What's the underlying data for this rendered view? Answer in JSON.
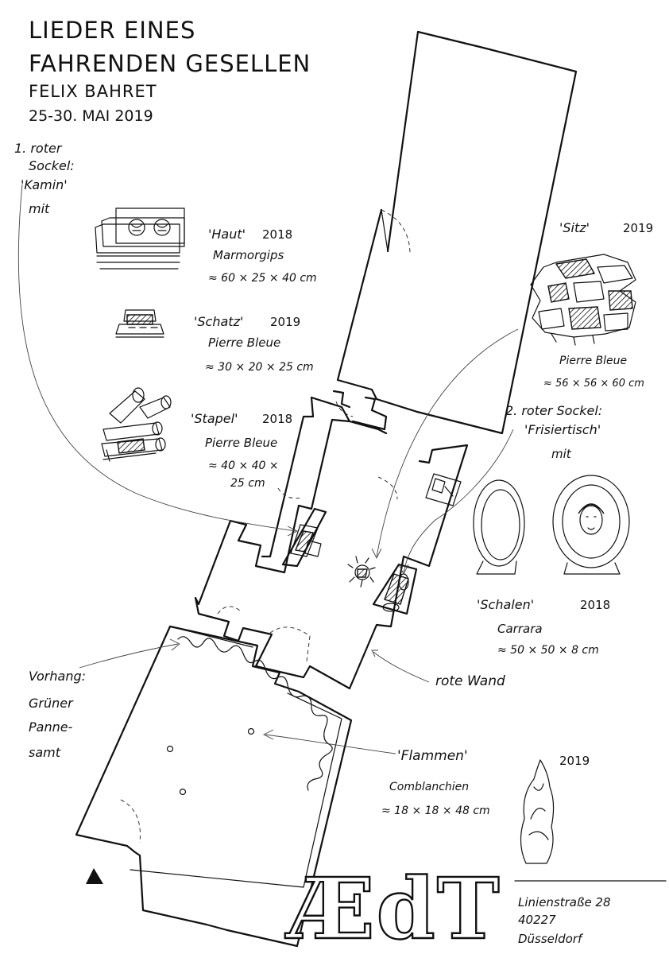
{
  "header": {
    "title_line1": "LIEDER EINES",
    "title_line2": "FAHRENDEN GESELLEN",
    "artist": "FELIX BAHRET",
    "dates": "25-30. MAI 2019"
  },
  "pedestal1": {
    "label_line1": "1. roter",
    "label_line2": "Sockel:",
    "label_line3": "'Kamin'",
    "label_line4": "mit"
  },
  "pedestal2": {
    "label_line1": "2. roter Sockel:",
    "label_line2": "'Frisiertisch'",
    "label_line3": "mit"
  },
  "works": {
    "haut": {
      "title": "'Haut'",
      "year": "2018",
      "material": "Marmorgips",
      "dims": "≈ 60 × 25 × 40 cm"
    },
    "schatz": {
      "title": "'Schatz'",
      "year": "2019",
      "material": "Pierre Bleue",
      "dims": "≈ 30 × 20 × 25 cm"
    },
    "stapel": {
      "title": "'Stapel'",
      "year": "2018",
      "material": "Pierre Bleue",
      "dims_line1": "≈ 40 × 40 ×",
      "dims_line2": "25 cm"
    },
    "sitz": {
      "title": "'Sitz'",
      "year": "2019",
      "material": "Pierre Bleue",
      "dims": "≈ 56 × 56 × 60 cm"
    },
    "schalen": {
      "title": "'Schalen'",
      "year": "2018",
      "material": "Carrara",
      "dims": "≈ 50 × 50 × 8 cm"
    },
    "flammen": {
      "title": "'Flammen'",
      "year": "2019",
      "material": "Comblanchien",
      "dims": "≈ 18 × 18 × 48 cm"
    }
  },
  "annotations": {
    "rote_wand": "rote Wand",
    "vorhang_line1": "Vorhang:",
    "vorhang_line2": "Grüner",
    "vorhang_line3": "Panne-",
    "vorhang_line4": "samt"
  },
  "logo": {
    "text": "ÆdT"
  },
  "address": {
    "street": "Linienstraße 28",
    "postcode": "40227",
    "city": "Düsseldorf"
  }
}
